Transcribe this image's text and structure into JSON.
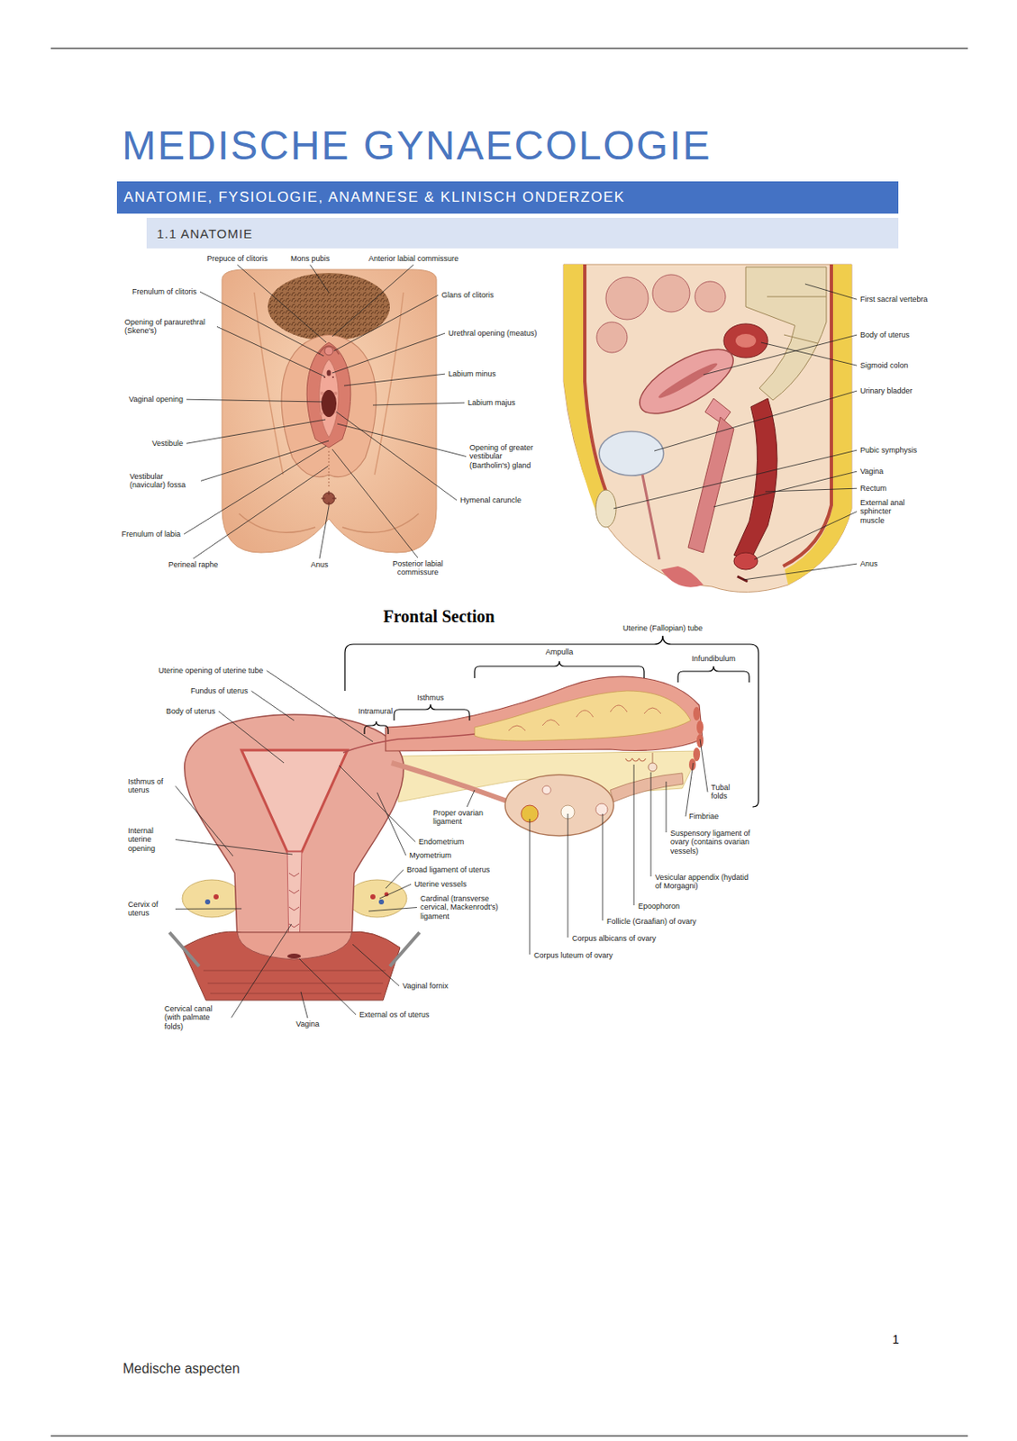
{
  "diagram": {
    "title": "MEDISCHE GYNAECOLOGIE",
    "nodes": [
      {
        "text": [
          "ANATOMIE, FYSIOLOGIE, ANAMNESE & KLINISCH ONDERZOEK"
        ]
      },
      {
        "text": [
          "1.1 ANATOMIE"
        ]
      }
    ],
    "labels": [
      "Prepuce of clitoris",
      "Mons pubis",
      "Anterior labial commissure",
      "Frenulum of clitoris",
      "Glans of clitoris",
      "Opening of paraurethral (Skene's)",
      "Urethral opening (meatus)",
      "Labium minus",
      "Vaginal opening",
      "Labium majus",
      "Vestibule",
      "Opening of greater vestibular (Bartholin's) gland",
      "Vestibular (navicular) fossa",
      "Hymenal caruncle",
      "Frenulum of labia",
      "Perineal raphe",
      "Anus",
      "Posterior labial commissure",
      "First sacral vertebra",
      "Body of uterus",
      "Sigmoid colon",
      "Urinary bladder",
      "Pubic symphysis",
      "Vagina",
      "Rectum",
      "External anal sphincter muscle",
      "Anus",
      "Frontal Section",
      "Uterine (Fallopian) tube",
      "Ampulla",
      "Infundibulum",
      "Isthmus",
      "Uterine opening of uterine tube",
      "Intramural",
      "Fundus of uterus",
      "Body of uterus",
      "Isthmus of uterus",
      "Internal uterine opening",
      "Cervix of uterus",
      "Cervical canal (with palmate folds)",
      "Vagina",
      "External os of uterus",
      "Vaginal fornix",
      "Proper ovarian ligament",
      "Endometrium",
      "Myometrium",
      "Broad ligament of uterus",
      "Uterine vessels",
      "Cardinal (transverse cervical, Mackenrodt's) ligament",
      "Tubal folds",
      "Fimbriae",
      "Suspensory ligament of ovary (contains ovarian vessels)",
      "Vesicular appendix (hydatid of Morgagni)",
      "Epoophoron",
      "Follicle (Graafian) of ovary",
      "Corpus albicans of ovary",
      "Corpus luteum of ovary",
      "1",
      "Medische aspecten"
    ]
  }
}
